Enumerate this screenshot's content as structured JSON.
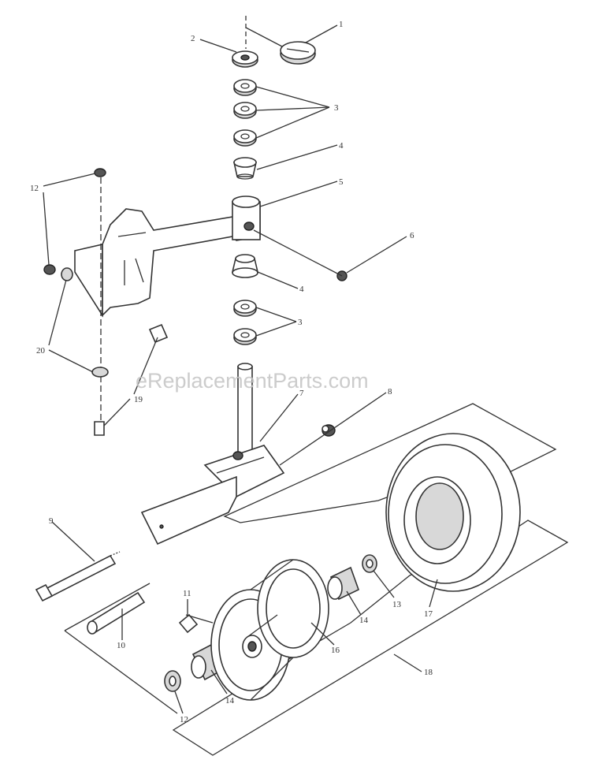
{
  "watermark": "eReplacementParts.com",
  "callouts": [
    {
      "id": "c1",
      "text": "1"
    },
    {
      "id": "c2",
      "text": "2"
    },
    {
      "id": "c3a",
      "text": "3"
    },
    {
      "id": "c4a",
      "text": "4"
    },
    {
      "id": "c5",
      "text": "5"
    },
    {
      "id": "c6",
      "text": "6"
    },
    {
      "id": "c4b",
      "text": "4"
    },
    {
      "id": "c3b",
      "text": "3"
    },
    {
      "id": "c7",
      "text": "7"
    },
    {
      "id": "c8",
      "text": "8"
    },
    {
      "id": "c9",
      "text": "9"
    },
    {
      "id": "c10",
      "text": "10"
    },
    {
      "id": "c11",
      "text": "11"
    },
    {
      "id": "c12a",
      "text": "12"
    },
    {
      "id": "c12b",
      "text": "12"
    },
    {
      "id": "c13",
      "text": "13"
    },
    {
      "id": "c14a",
      "text": "14"
    },
    {
      "id": "c14b",
      "text": "14"
    },
    {
      "id": "c16",
      "text": "16"
    },
    {
      "id": "c17",
      "text": "17"
    },
    {
      "id": "c18",
      "text": "18"
    },
    {
      "id": "c19",
      "text": "19"
    },
    {
      "id": "c20",
      "text": "20"
    }
  ]
}
